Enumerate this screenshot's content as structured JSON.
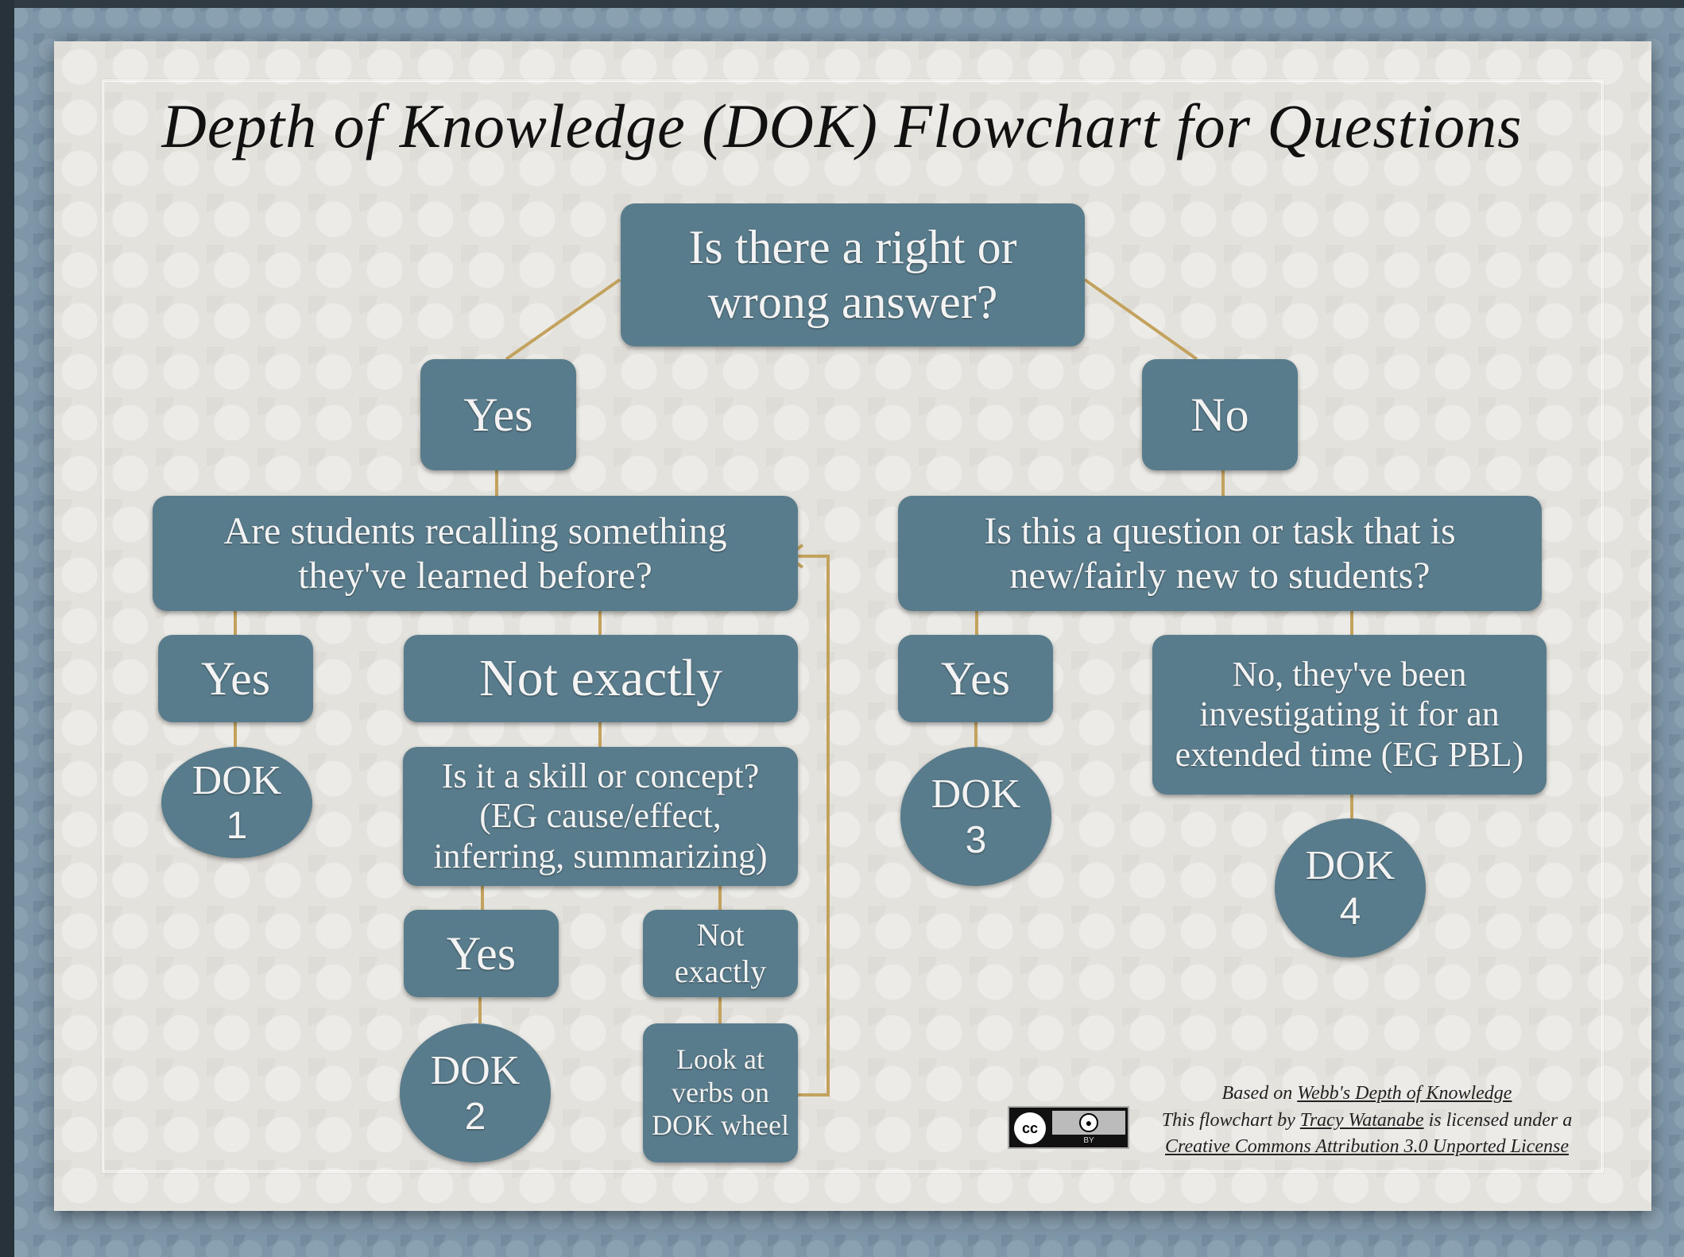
{
  "title": "Depth of Knowledge (DOK) Flowchart for Questions",
  "colors": {
    "box": "#597c8c",
    "connector": "#c3a25e",
    "card": "#e4e2dd",
    "text": "#f3f3f3"
  },
  "nodes": {
    "root": "Is there a right or wrong answer?",
    "yes": "Yes",
    "no": "No",
    "recall_question": "Are students recalling something they've learned before?",
    "new_question": "Is this a question or task that is new/fairly new to students?",
    "recall_yes": "Yes",
    "recall_not_exactly": "Not exactly",
    "skill_question": "Is it a skill or concept? (EG cause/effect, inferring, summarizing)",
    "skill_yes": "Yes",
    "skill_not_exactly": "Not exactly",
    "look_at_verbs": "Look at verbs on DOK wheel",
    "new_yes": "Yes",
    "new_no": "No, they've been investigating it for an extended time (EG PBL)",
    "dok1": {
      "word": "DOK",
      "num": "1"
    },
    "dok2": {
      "word": "DOK",
      "num": "2"
    },
    "dok3": {
      "word": "DOK",
      "num": "3"
    },
    "dok4": {
      "word": "DOK",
      "num": "4"
    }
  },
  "footer": {
    "based_on_prefix": "Based on",
    "based_on_link": "Webb's Depth of Knowledge",
    "line2_prefix": "This flowchart by",
    "author": "Tracy Watanabe",
    "line2_suffix": "is licensed under a",
    "license": "Creative Commons Attribution 3.0 Unported License"
  },
  "license_badge": {
    "cc": "cc",
    "by": "BY",
    "icon": "person-icon"
  }
}
